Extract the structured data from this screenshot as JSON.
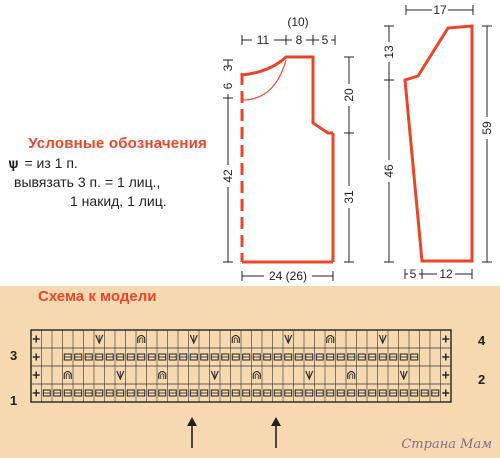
{
  "legend": {
    "title": "Условные обозначения",
    "items": [
      {
        "symbol": "ѱ",
        "text": "= из 1 п."
      },
      {
        "text": "вывязать 3 п. = 1 лиц.,"
      },
      {
        "text": "1 накид, 1 лиц."
      }
    ]
  },
  "chart": {
    "title": "Схема к модели",
    "row_numbers_left": [
      "3",
      "1"
    ],
    "row_numbers_right": [
      "4",
      "2"
    ]
  },
  "front_pattern": {
    "top_label": "(10)",
    "top_dims": [
      "11",
      "8",
      "5"
    ],
    "left_dims": [
      "6",
      "3",
      "42"
    ],
    "right_dims": [
      "20",
      "31"
    ],
    "bottom_dim": "24 (26)"
  },
  "sleeve_pattern": {
    "top_dim": "17",
    "left_dims": [
      "13",
      "46"
    ],
    "right_dim": "59",
    "bottom_dims": [
      "5",
      "12"
    ]
  },
  "watermark": "Страна Мам",
  "colors": {
    "accent": "#e8462a",
    "chart_bg": "#f6d9b0",
    "ink": "#222222"
  }
}
